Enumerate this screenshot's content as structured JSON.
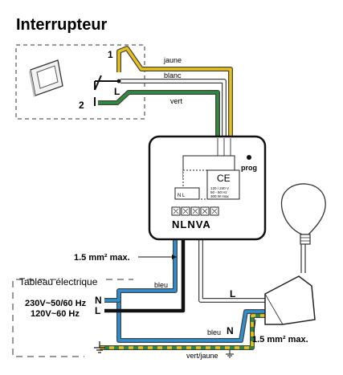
{
  "title": "Interrupteur",
  "switch": {
    "terminal_1": "1",
    "terminal_2": "2",
    "terminal_L": "L"
  },
  "wires": {
    "jaune": "jaune",
    "blanc": "blanc",
    "vert": "vert",
    "bleu": "bleu",
    "bleu_n": "bleu",
    "n_letter": "N",
    "vert_jaune": "vert/jaune"
  },
  "module": {
    "prog": "prog",
    "brand": "NLNVA",
    "ce": "CE",
    "specs": [
      "120 / 240 V",
      "50 - 60 Hz",
      "300 W max"
    ],
    "terminals": "N L"
  },
  "labels": {
    "cable_top": "1.5 mm² max.",
    "cable_right": "1.5 mm² max.",
    "lamp_L": "L"
  },
  "panel": {
    "title": "Tableau électrique",
    "line1": "230V~50/60 Hz",
    "line2": "120V~60 Hz",
    "N": "N",
    "L": "L"
  },
  "colors": {
    "yellow": "#e8c21a",
    "green": "#2e8a3c",
    "blue": "#2f8fd0",
    "black": "#222222",
    "white_wire": "#ffffff"
  }
}
